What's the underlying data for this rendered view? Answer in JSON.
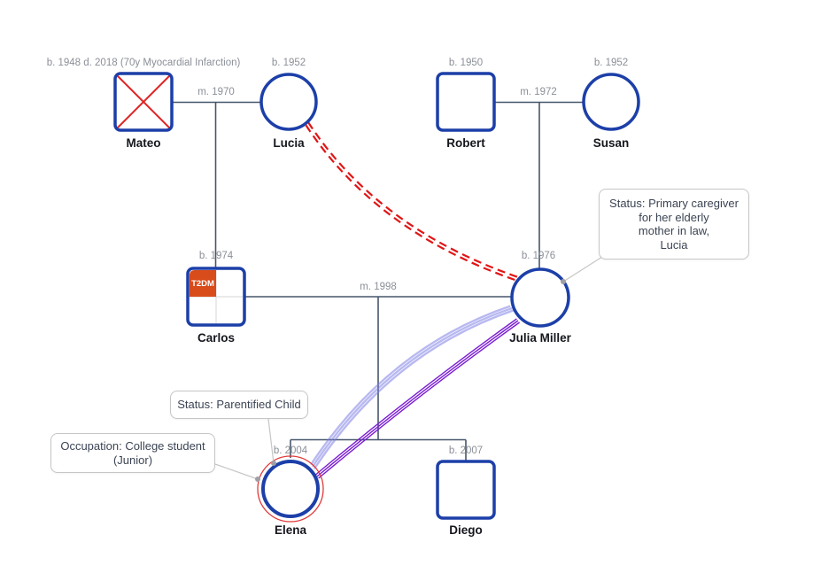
{
  "people": [
    {
      "name": "Mateo",
      "gender": "male",
      "birth_label": "b. 1948 d. 2018 (70y Myocardial Infarction)",
      "deceased": true
    },
    {
      "name": "Lucia",
      "gender": "female",
      "birth_label": "b. 1952"
    },
    {
      "name": "Robert",
      "gender": "male",
      "birth_label": "b. 1950"
    },
    {
      "name": "Susan",
      "gender": "female",
      "birth_label": "b. 1952"
    },
    {
      "name": "Carlos",
      "gender": "male",
      "birth_label": "b. 1974",
      "condition_badge": "T2DM"
    },
    {
      "name": "Julia Miller",
      "gender": "female",
      "birth_label": "b. 1976"
    },
    {
      "name": "Elena",
      "gender": "female",
      "birth_label": "b. 2004",
      "index_person": true
    },
    {
      "name": "Diego",
      "gender": "male",
      "birth_label": "b. 2007"
    }
  ],
  "marriages": [
    {
      "couple": "Mateo & Lucia",
      "label": "m. 1970"
    },
    {
      "couple": "Robert & Susan",
      "label": "m. 1972"
    },
    {
      "couple": "Carlos & Julia",
      "label": "m. 1998"
    }
  ],
  "relationship_lines": [
    {
      "type": "conflict",
      "style": "red-double-dashed",
      "between": "Lucia & Julia Miller"
    },
    {
      "type": "fused",
      "style": "blue-triple",
      "between": "Julia Miller & Elena"
    },
    {
      "type": "focused",
      "style": "purple-triple",
      "between": "Julia Miller & Elena"
    }
  ],
  "annotations": {
    "caregiver": {
      "lines": [
        "Status: Primary caregiver",
        "for her elderly",
        "mother in law,",
        "Lucia"
      ]
    },
    "parentified": {
      "lines": [
        "Status: Parentified Child"
      ]
    },
    "occupation": {
      "lines": [
        "Occupation: College student",
        "(Junior)"
      ]
    }
  },
  "colors": {
    "node_border": "#1c3fa8",
    "family_line": "#46566a",
    "conflict_red": "#e01616",
    "deceased_x_red": "#e02525",
    "index_ring_red": "#e03a3a",
    "fused_blue": "#7d7de6",
    "focused_purple": "#7a1ed2",
    "badge_orange": "#d84b1b",
    "quadrant_divider": "#d4d4d4",
    "meta_text_gray": "#8b8f97",
    "note_connector_gray": "#c6c6c6"
  }
}
